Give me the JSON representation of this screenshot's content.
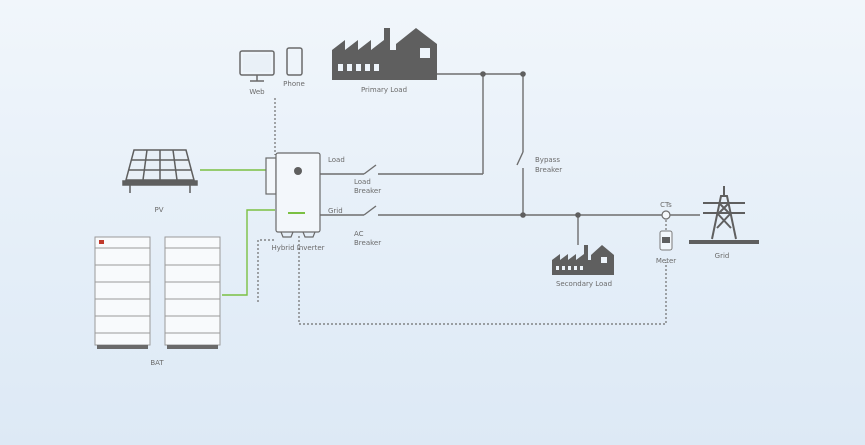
{
  "labels": {
    "web": "Web",
    "phone": "Phone",
    "primary_load": "Primary Load",
    "pv": "PV",
    "load": "Load",
    "load_breaker_1": "Load",
    "load_breaker_2": "Breaker",
    "grid_port": "Grid",
    "ac_breaker_1": "AC",
    "ac_breaker_2": "Breaker",
    "hybrid_inverter": "Hybrid Inverter",
    "bypass_breaker_1": "Bypass",
    "bypass_breaker_2": "Breaker",
    "secondary_load": "Secondary Load",
    "cts": "CTs",
    "meter": "Meter",
    "grid": "Grid",
    "bat": "BAT"
  },
  "colors": {
    "wire": "#6e6e6e",
    "dc_wire": "#7bc043",
    "icon": "#5f5f5f",
    "brand": "#7bc043"
  }
}
